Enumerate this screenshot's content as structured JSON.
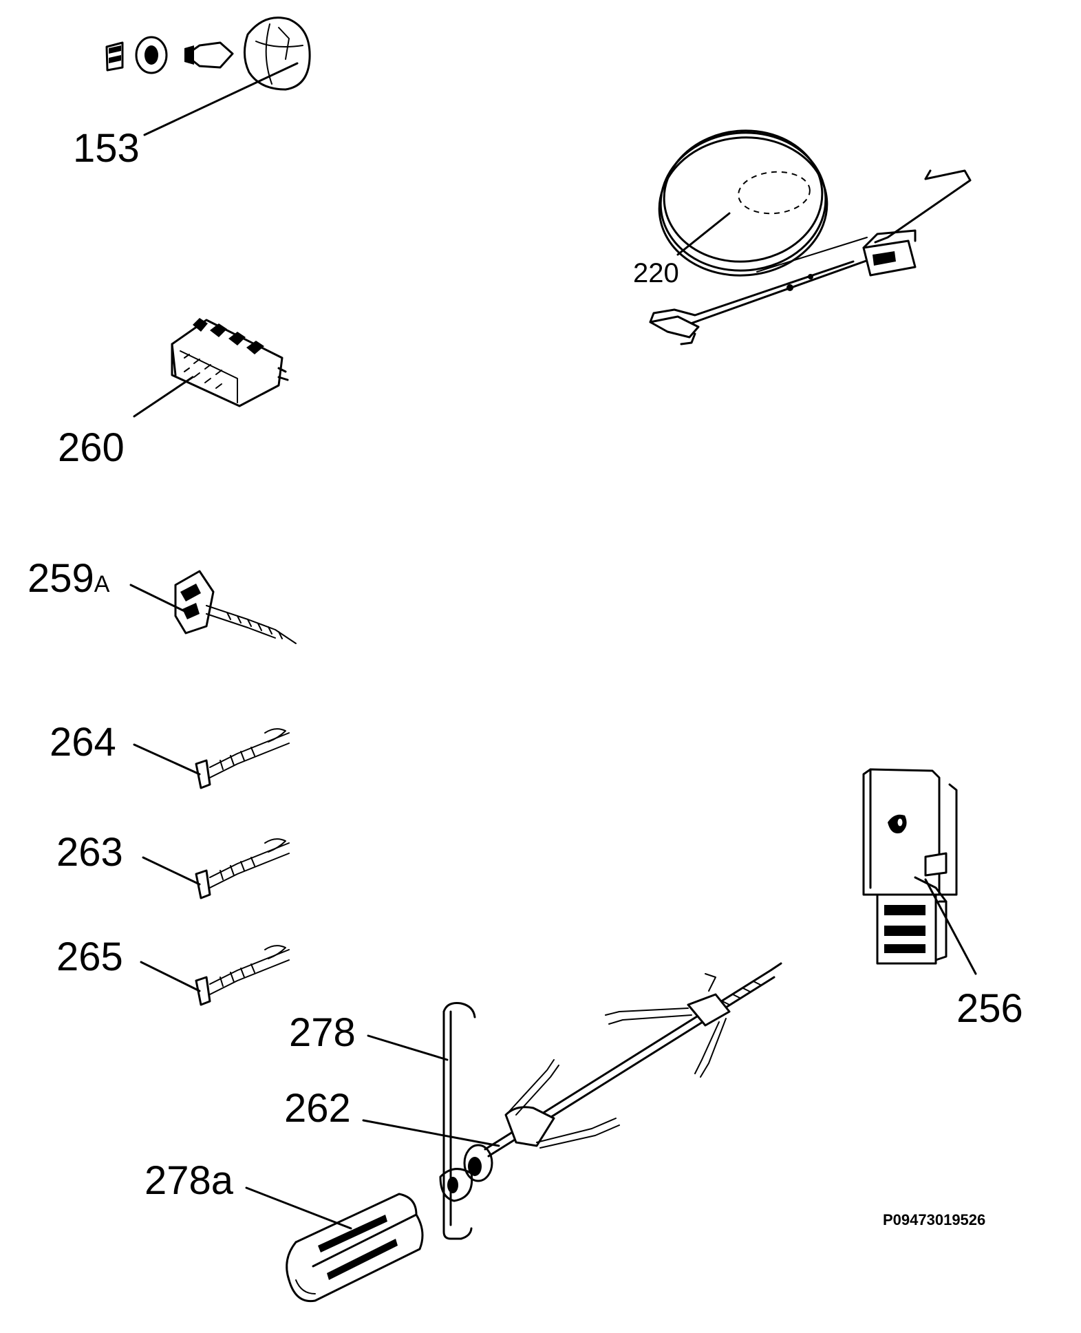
{
  "parts": [
    {
      "id": "p153",
      "label": "153"
    },
    {
      "id": "p220",
      "label": "220"
    },
    {
      "id": "p260",
      "label": "260"
    },
    {
      "id": "p259a",
      "label": "259",
      "suffix": "A"
    },
    {
      "id": "p264",
      "label": "264"
    },
    {
      "id": "p263",
      "label": "263"
    },
    {
      "id": "p265",
      "label": "265"
    },
    {
      "id": "p256",
      "label": "256"
    },
    {
      "id": "p278",
      "label": "278"
    },
    {
      "id": "p262",
      "label": "262"
    },
    {
      "id": "p278a",
      "label": "278a"
    }
  ],
  "drawing_code": "P09473019526"
}
